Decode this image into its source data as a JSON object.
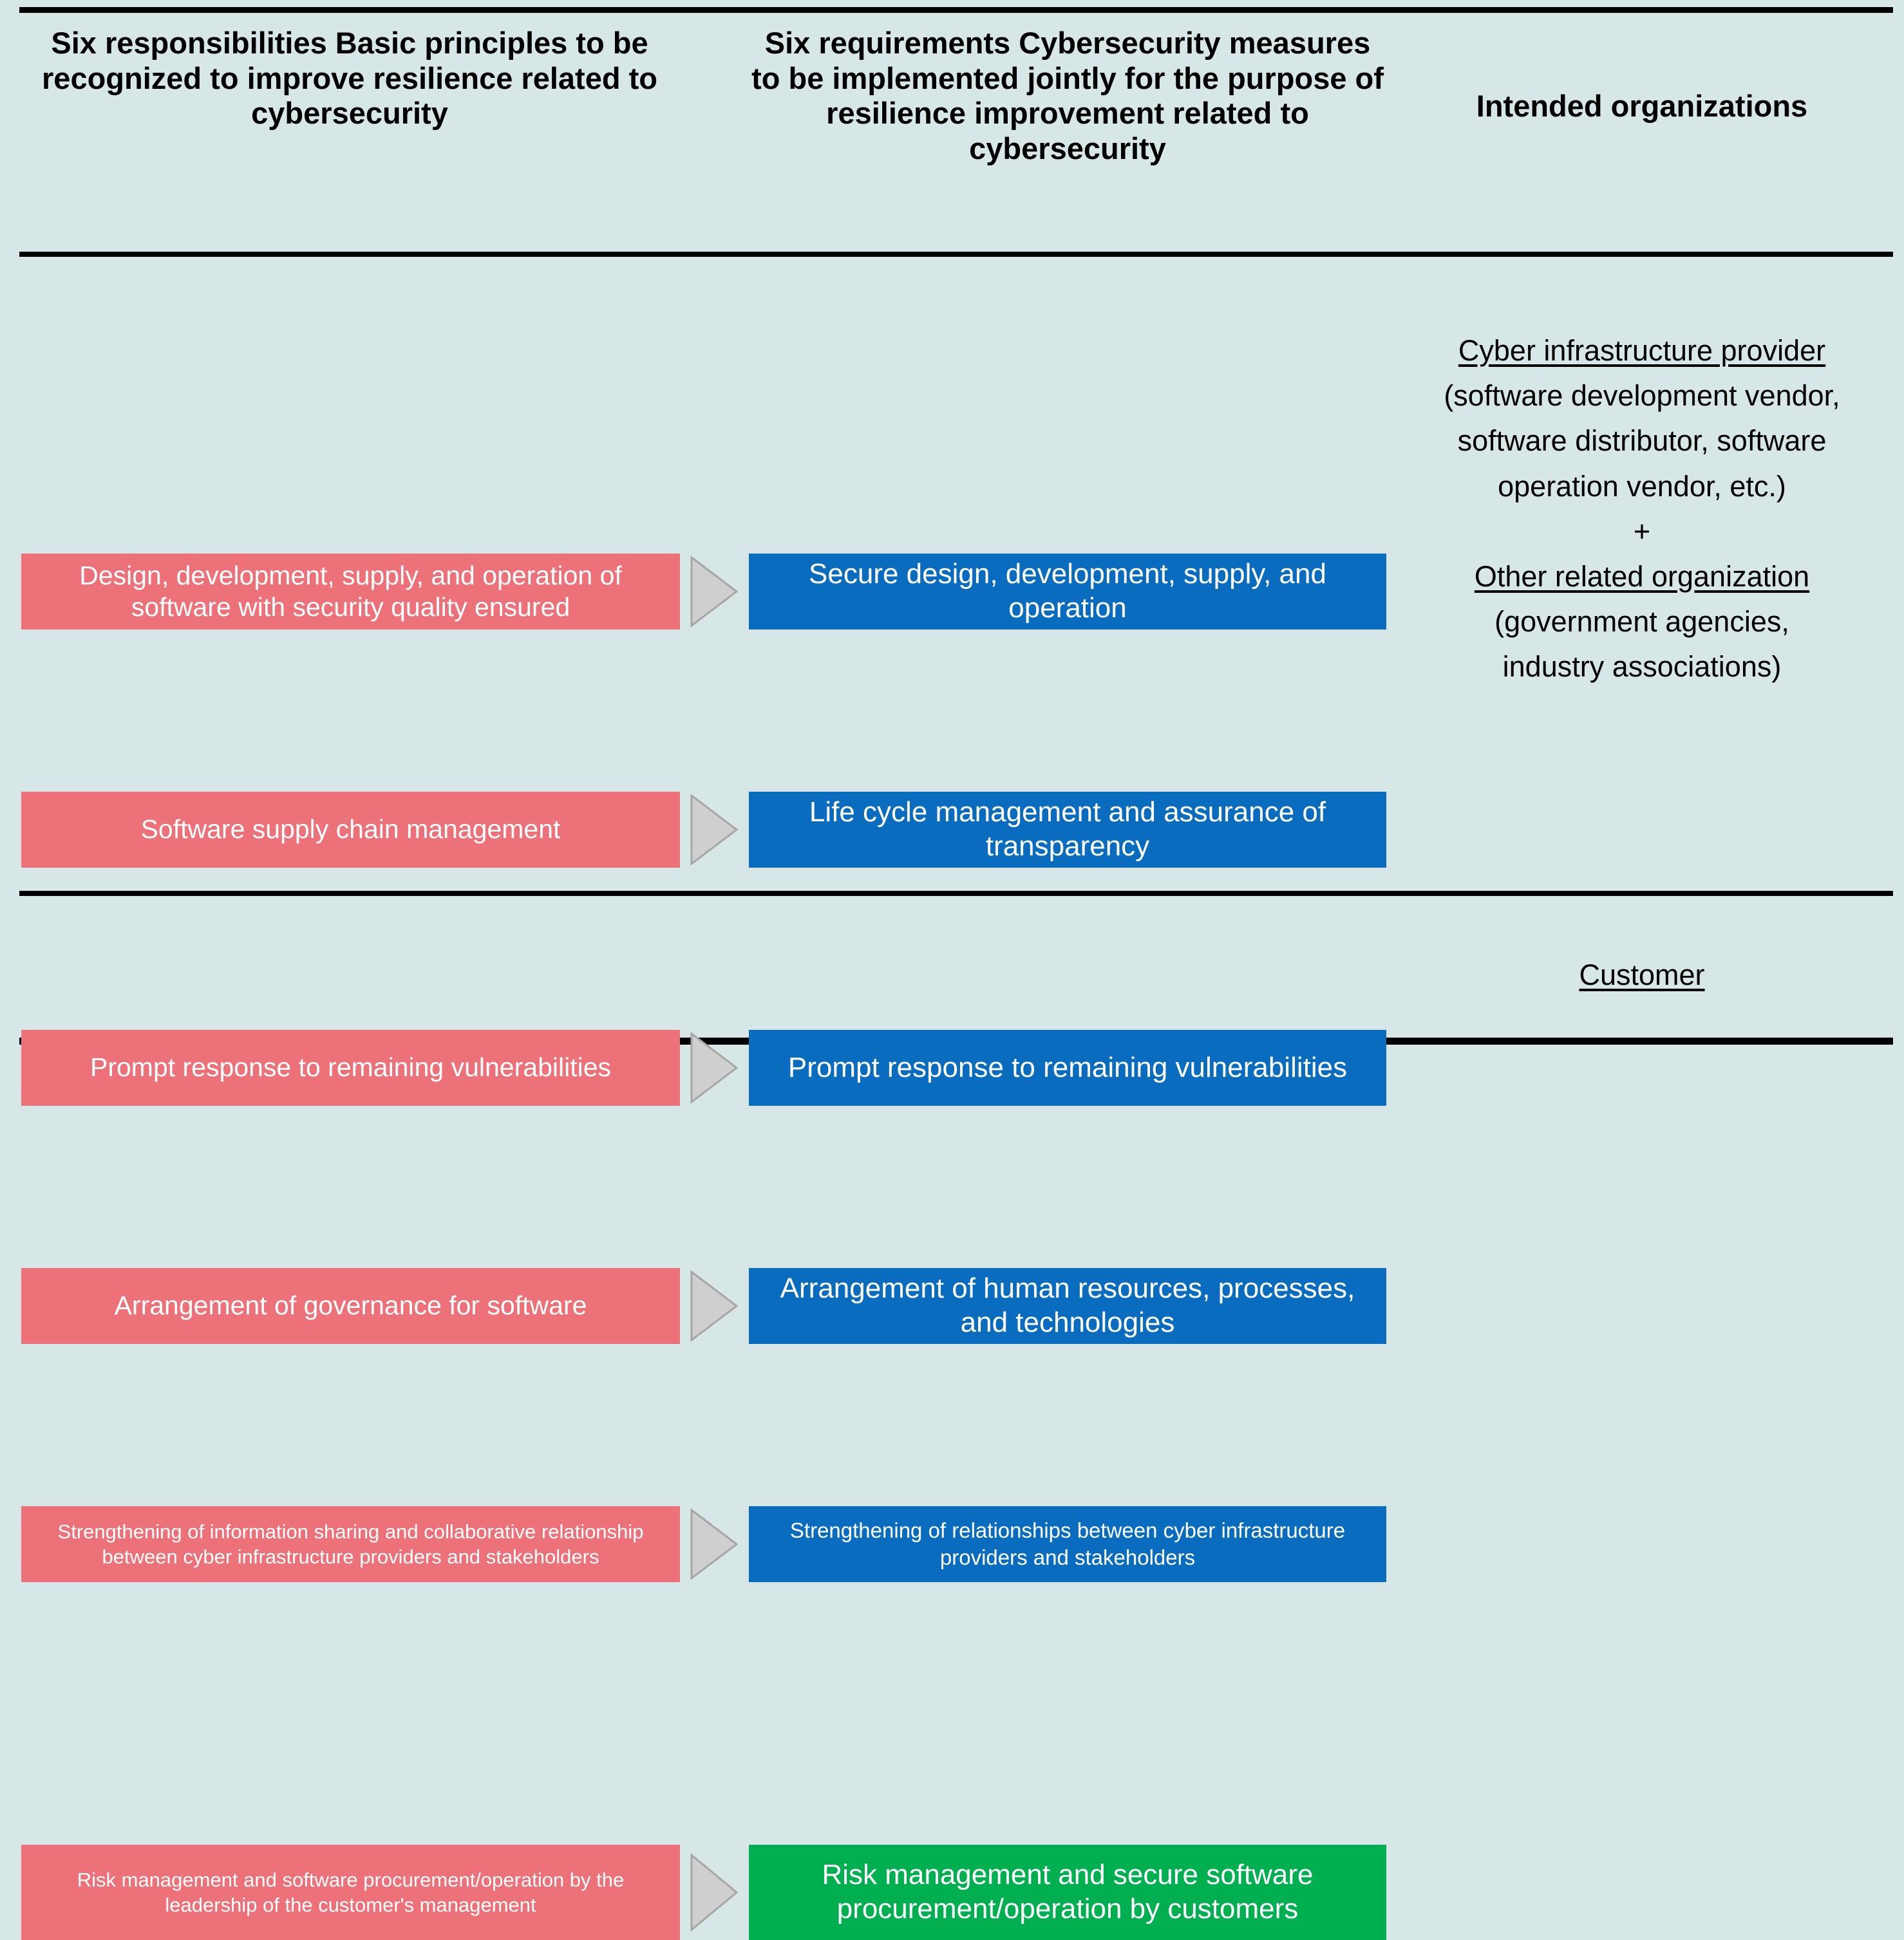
{
  "headers": {
    "col1": "Six responsibilities\nBasic principles to be recognized to improve resilience related to cybersecurity",
    "col2": "Six requirements\nCybersecurity measures to be implemented jointly for the purpose of resilience improvement related to cybersecurity",
    "col3": "Intended organizations"
  },
  "main_rows": [
    {
      "responsibility": "Design, development, supply, and operation of software with security quality ensured",
      "requirement": "Secure design, development, supply, and operation",
      "arrow": "arrow-right-triangle"
    },
    {
      "responsibility": "Software supply chain management",
      "requirement": "Life cycle management and assurance of transparency",
      "arrow": "arrow-right-triangle"
    },
    {
      "responsibility": "Prompt response to remaining vulnerabilities",
      "requirement": "Prompt response to remaining vulnerabilities",
      "arrow": "arrow-right-triangle"
    },
    {
      "responsibility": "Arrangement of governance for software",
      "requirement": "Arrangement of human resources, processes, and technologies",
      "arrow": "arrow-right-triangle"
    },
    {
      "responsibility": "Strengthening of information sharing and collaborative relationship between cyber infrastructure providers and stakeholders",
      "requirement": "Strengthening of relationships between cyber infrastructure providers and stakeholders",
      "arrow": "arrow-right-triangle"
    }
  ],
  "bottom_row": {
    "responsibility": "Risk management and software procurement/operation by the leadership of the customer's management",
    "requirement": "Risk management and secure software procurement/operation by customers",
    "arrow": "arrow-right-triangle"
  },
  "organizations": {
    "main": {
      "title": "Cyber infrastructure provider",
      "detail_line_1": "(software development vendor,",
      "detail_line_2": "software distributor, software",
      "detail_line_3": "operation vendor, etc.)",
      "plus": "+",
      "title_2": "Other related organization",
      "detail_2_line_1": "(government agencies,",
      "detail_2_line_2": "industry associations)"
    },
    "bottom": {
      "title": "Customer"
    }
  },
  "colors": {
    "background": "#d7e6e6",
    "responsibility_box": "#ed7178",
    "requirement_box": "#0a6cbe",
    "customer_box": "#00b050",
    "arrow_fill": "#cfcfcf",
    "arrow_stroke": "#a6a6a6",
    "rule": "#000000",
    "box_text": "#ffffff",
    "header_text": "#000000"
  }
}
